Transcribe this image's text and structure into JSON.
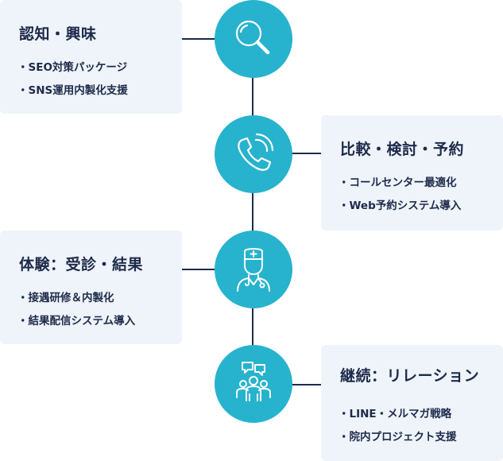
{
  "steps": [
    {
      "title": "認知・興味",
      "items": [
        "・SEO対策パッケージ",
        "・SNS運用内製化支援"
      ],
      "icon": "search-icon"
    },
    {
      "title": "比較・検討・予約",
      "items": [
        "・コールセンター最適化",
        "・Web予約システム導入"
      ],
      "icon": "phone-icon"
    },
    {
      "title": "体験：受診・結果",
      "items": [
        "・接遇研修＆内製化",
        "・結果配信システム導入"
      ],
      "icon": "doctor-icon"
    },
    {
      "title": "継続：リレーション",
      "items": [
        "・LINE・メルマガ戦略",
        "・院内プロジェクト支援"
      ],
      "icon": "community-icon"
    }
  ],
  "colors": {
    "accent": "#27b3cd",
    "card_background": "#eef4f9",
    "text": "#1e2a4a"
  }
}
